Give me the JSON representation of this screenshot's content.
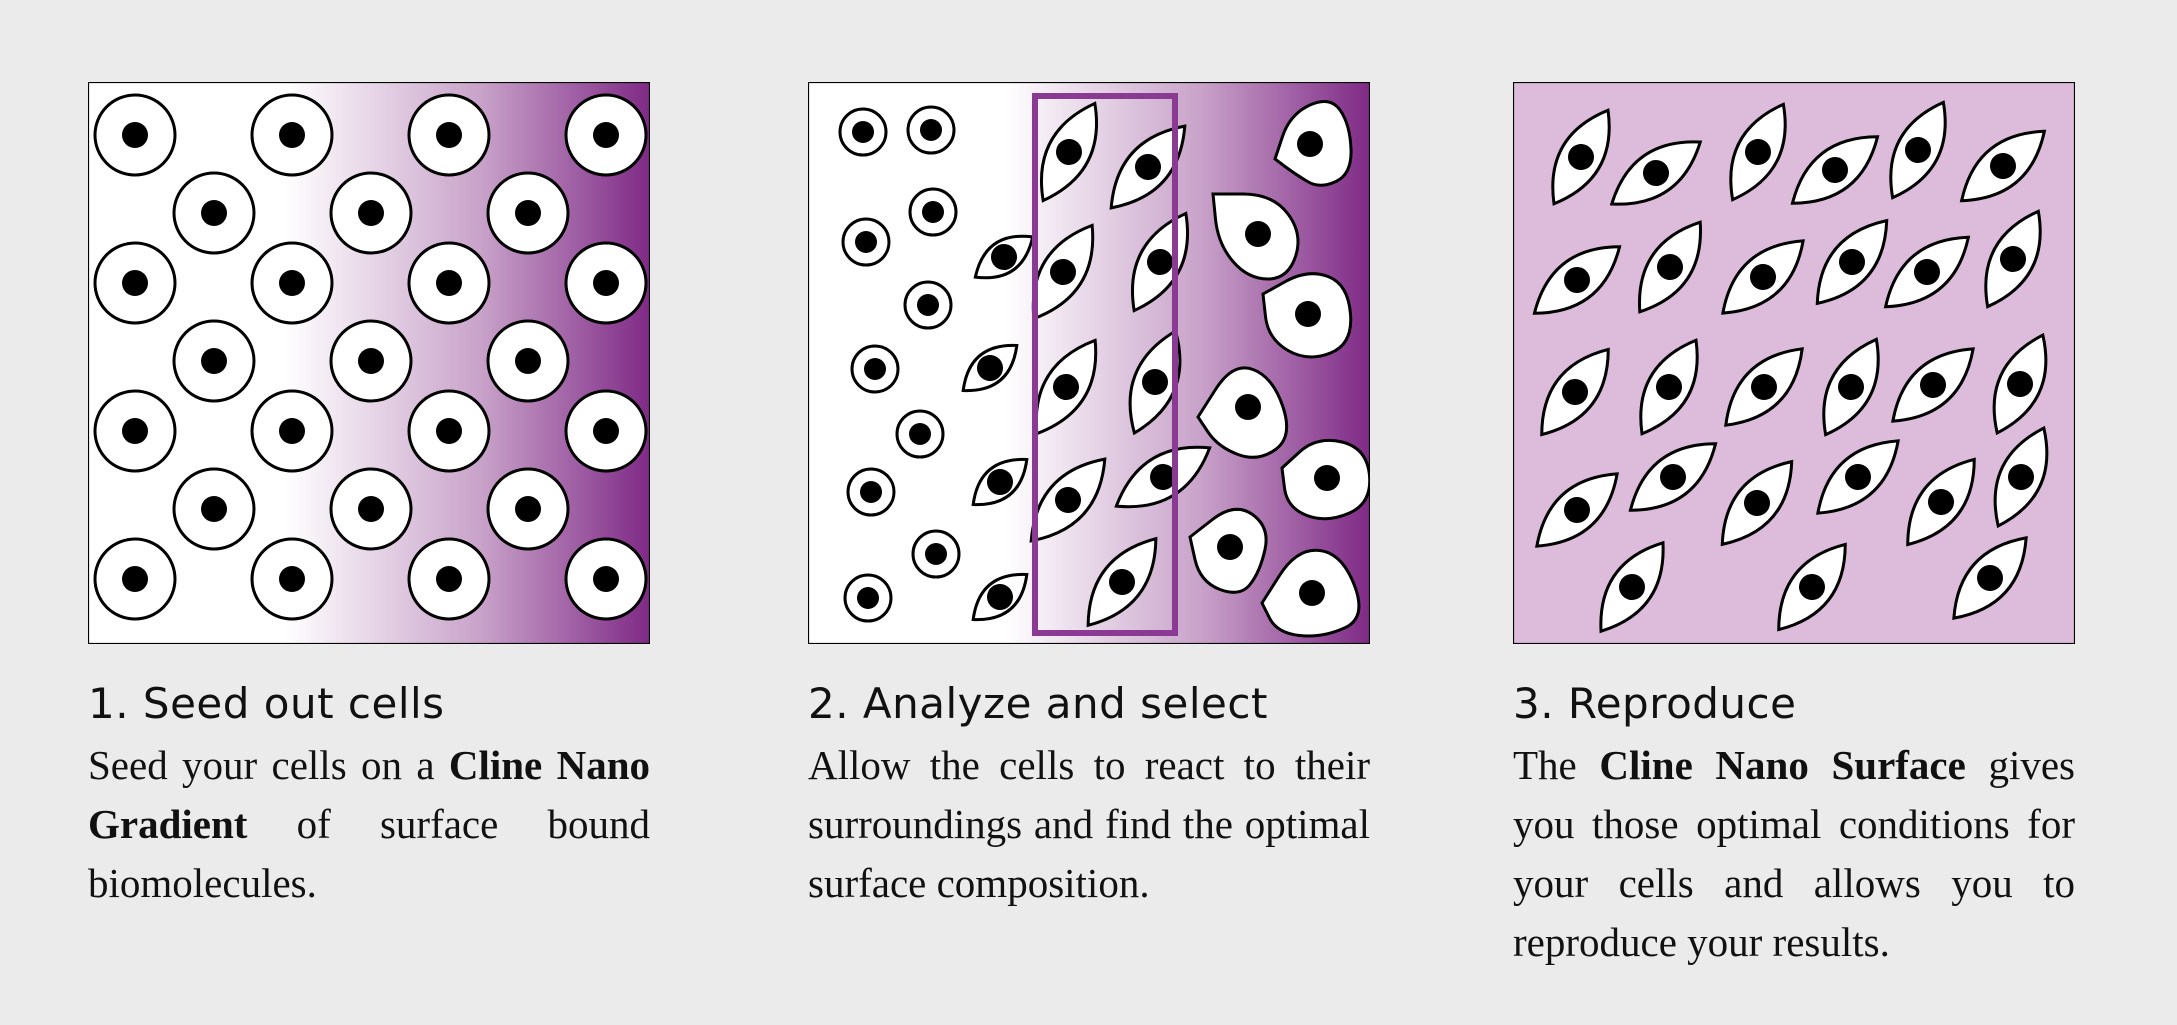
{
  "colors": {
    "background": "#ebebeb",
    "purple_dark": "#7f2a86",
    "purple_light": "#dcbcda",
    "select_frame": "#8a3a92",
    "cell_stroke": "#000000",
    "nucleus": "#000000"
  },
  "steps": [
    {
      "heading": "1. Seed out cells",
      "text": [
        {
          "t": "Seed your cells on a ",
          "b": false
        },
        {
          "t": "Cline Nano Gradient",
          "b": true
        },
        {
          "t": " of surface bound biomolecules.",
          "b": false
        }
      ]
    },
    {
      "heading": "2. Analyze and select",
      "text": [
        {
          "t": "Allow the cells to react to their surroundings and find the optimal surface composition.",
          "b": false
        }
      ]
    },
    {
      "heading": "3. Reproduce",
      "text": [
        {
          "t": "The ",
          "b": false
        },
        {
          "t": "Cline Nano Surface",
          "b": true
        },
        {
          "t": " gives you those optimal conditions for your cells and allows you to reproduce your results.",
          "b": false
        }
      ]
    }
  ]
}
